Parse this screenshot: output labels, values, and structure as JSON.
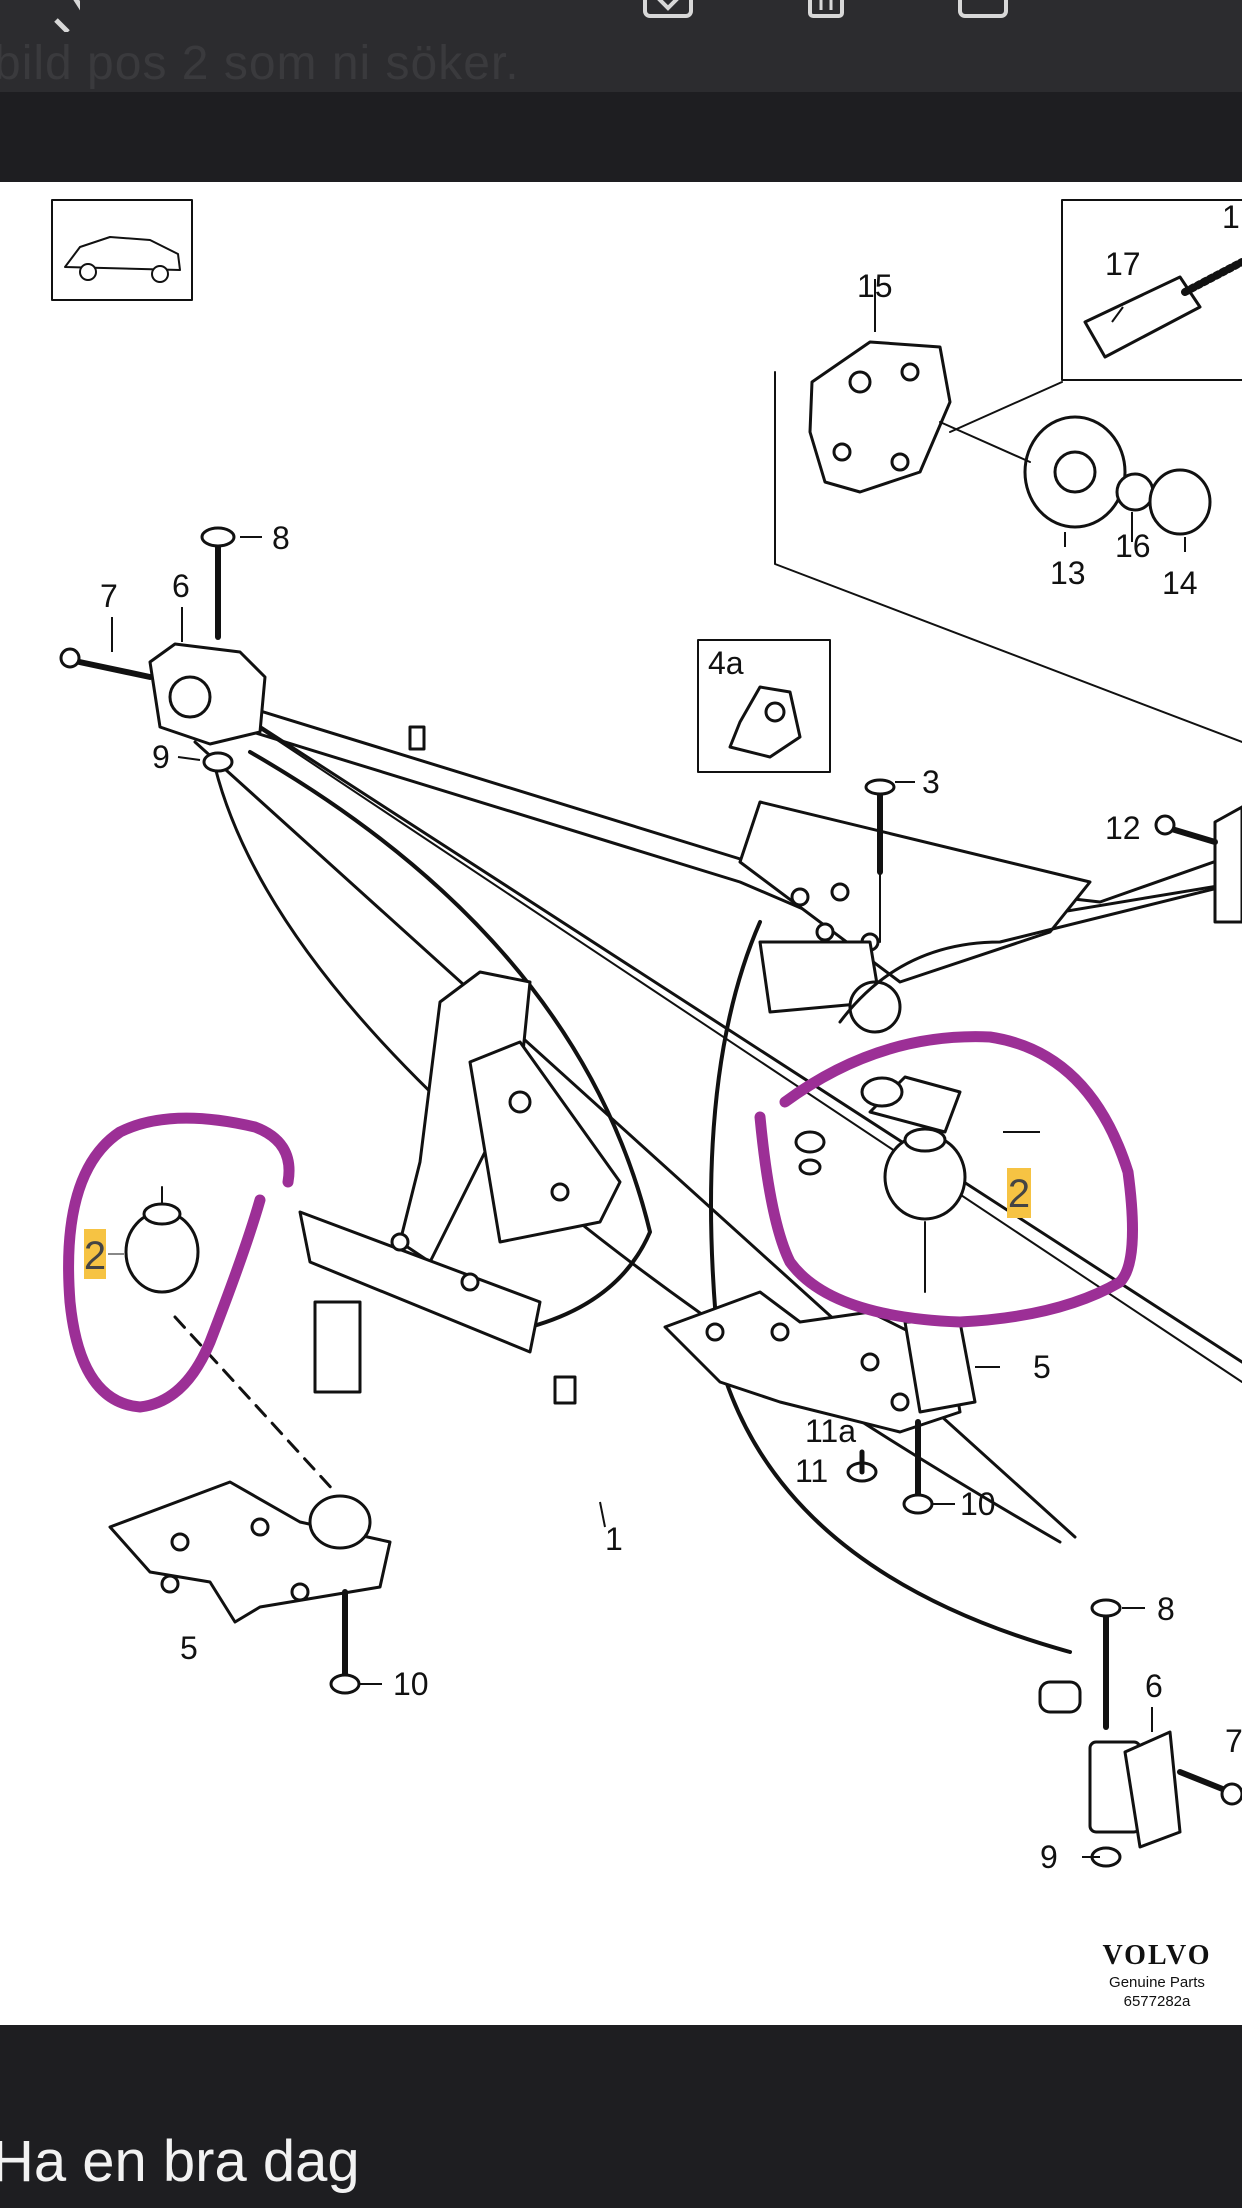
{
  "header": {
    "caption": "bild pos 2 som ni söker.",
    "back_icon": "chevron-left-icon",
    "toolbar_icons": [
      "download-icon",
      "trash-icon",
      "share-icon",
      "more-icon"
    ]
  },
  "diagram": {
    "callouts": [
      "1",
      "2",
      "2",
      "3",
      "4a",
      "5",
      "5",
      "6",
      "6",
      "7",
      "7",
      "8",
      "8",
      "9",
      "9",
      "10",
      "10",
      "11",
      "11a",
      "12",
      "13",
      "14",
      "15",
      "16",
      "17",
      "1"
    ],
    "highlight_color": "#f6c343",
    "marker_color": "#9c2f96",
    "brand": {
      "name": "VOLVO",
      "subtitle": "Genuine Parts",
      "code": "6577282a"
    }
  },
  "footer": {
    "message": "Ha en bra dag"
  }
}
